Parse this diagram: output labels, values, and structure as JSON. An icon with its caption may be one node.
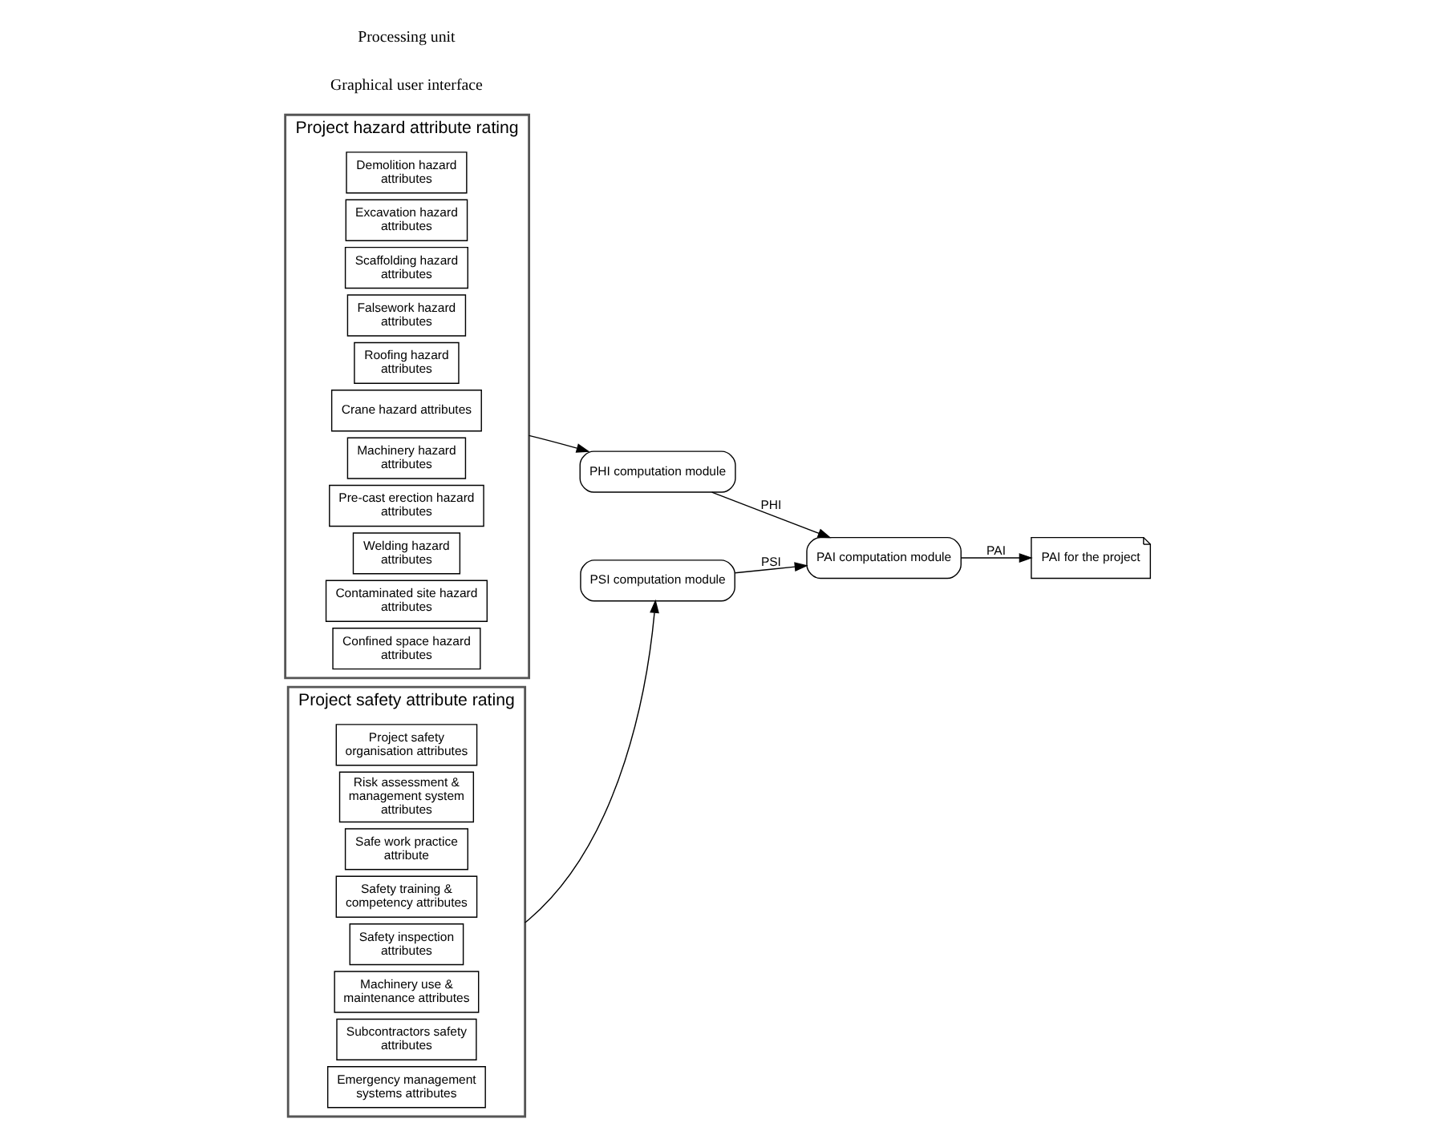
{
  "diagram": {
    "nodes": [
      {
        "text": [
          "Project hazard attribute rating"
        ]
      },
      {
        "text": [
          "Demolition hazard attributes"
        ],
        "in": 0
      },
      {
        "text": [
          "Excavation hazard attributes"
        ],
        "in": 0
      },
      {
        "text": [
          "Scaffolding hazard attributes"
        ],
        "in": 0
      },
      {
        "text": [
          "Falsework hazard attributes"
        ],
        "in": 0
      },
      {
        "text": [
          "Roofing hazard attributes"
        ],
        "in": 0
      },
      {
        "text": [
          "Crane hazard attributes"
        ],
        "in": 0
      },
      {
        "text": [
          "Machinery hazard attributes"
        ],
        "in": 0
      },
      {
        "text": [
          "Pre-cast erection hazard attributes"
        ],
        "in": 0
      },
      {
        "text": [
          "Welding hazard attributes"
        ],
        "in": 0
      },
      {
        "text": [
          "Contaminated site hazard attributes"
        ],
        "in": 0
      },
      {
        "text": [
          "Confined space hazard attributes"
        ],
        "in": 0
      },
      {
        "text": [
          "Project safety attribute rating"
        ]
      },
      {
        "text": [
          "Project safety organisation attributes"
        ],
        "in": 12
      },
      {
        "text": [
          "Risk assessment & management system attributes"
        ],
        "in": 12
      },
      {
        "text": [
          "Safe work practice attribute"
        ],
        "in": 12
      },
      {
        "text": [
          "Safety training & competency attributes"
        ],
        "in": 12
      },
      {
        "text": [
          "Safety inspection attributes"
        ],
        "in": 12
      },
      {
        "text": [
          "Machinery use & maintenance attributes"
        ],
        "in": 12
      },
      {
        "text": [
          "Subcontractors safety attributes"
        ],
        "in": 12
      },
      {
        "text": [
          "Emergency management systems attributes"
        ],
        "in": 12
      },
      {
        "text": [
          "PAI for the project"
        ]
      },
      {
        "text": [
          "PSI computation module"
        ]
      },
      {
        "text": [
          "PHI computation module"
        ]
      },
      {
        "text": [
          "PAI computation module"
        ]
      }
    ],
    "edges": [
      {
        "from": 0,
        "to": 23,
        "arrow": "to"
      },
      {
        "from": 12,
        "to": 22,
        "arrow": "to"
      },
      {
        "from": 22,
        "to": 24,
        "arrow": "to",
        "label": "PSI"
      },
      {
        "from": 23,
        "to": 24,
        "arrow": "to",
        "label": "PHI"
      },
      {
        "from": 24,
        "to": 21,
        "arrow": "to",
        "label": "PAI"
      }
    ],
    "labels": [
      "Graphical user interface",
      "Processing unit"
    ]
  }
}
